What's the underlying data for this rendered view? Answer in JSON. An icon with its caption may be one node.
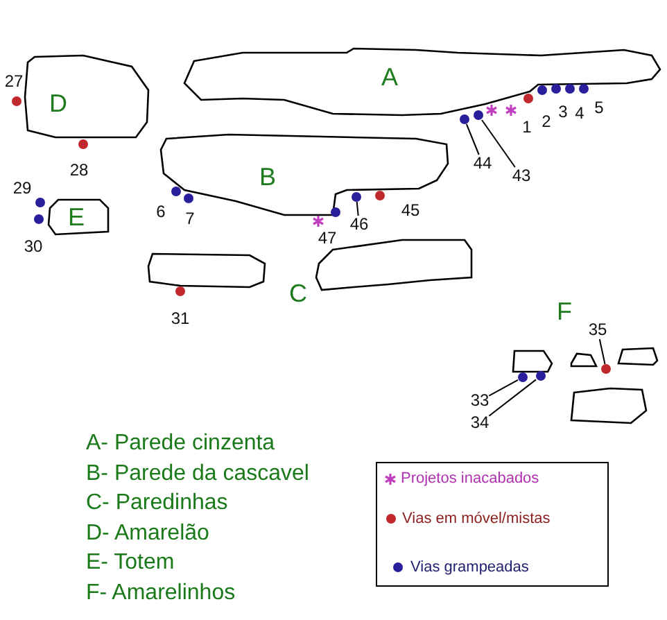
{
  "diagram": {
    "nodes": [
      {
        "text": [
          "A"
        ]
      },
      {
        "text": [
          "D"
        ]
      },
      {
        "text": [
          "B"
        ]
      },
      {
        "text": [
          "E"
        ]
      },
      {
        "text": [
          "44"
        ]
      },
      {
        "text": [],
        "shape": "circle"
      },
      {
        "text": [
          "43"
        ]
      },
      {
        "text": [],
        "shape": "circle"
      },
      {
        "text": [
          "46"
        ]
      },
      {
        "text": [],
        "shape": "circle"
      },
      {
        "text": [
          "35"
        ]
      },
      {
        "text": [],
        "shape": "circle"
      },
      {
        "text": [
          "33"
        ]
      },
      {
        "text": [],
        "shape": "circle"
      },
      {
        "text": [
          "34"
        ]
      },
      {
        "text": [],
        "shape": "circle"
      }
    ],
    "edges": [
      {
        "from": 4,
        "to": 5,
        "arrow": "none"
      },
      {
        "from": 6,
        "to": 7,
        "arrow": "none"
      },
      {
        "from": 8,
        "to": 9,
        "arrow": "none"
      },
      {
        "from": 10,
        "to": 11,
        "arrow": "none"
      },
      {
        "from": 12,
        "to": 13,
        "arrow": "none"
      },
      {
        "from": 14,
        "to": 15,
        "arrow": "none"
      }
    ],
    "labels": [
      "27",
      "1",
      "2",
      "3",
      "4",
      "5",
      "28",
      "29",
      "6",
      "7",
      "47",
      "45",
      "30",
      "C",
      "F",
      "31",
      "A- Parede cinzenta",
      "B- Parede da cascavel",
      "C- Paredinhas",
      "D- Amarelão",
      "E- Totem",
      "F- Amarelinhos"
    ],
    "legend": [
      {
        "text": "Projetos inacabados"
      },
      {
        "text": "Vias em móvel/mistas",
        "color": "#c0282d"
      },
      {
        "text": "Vias grampeadas",
        "color": "#2a1f9a"
      }
    ]
  }
}
